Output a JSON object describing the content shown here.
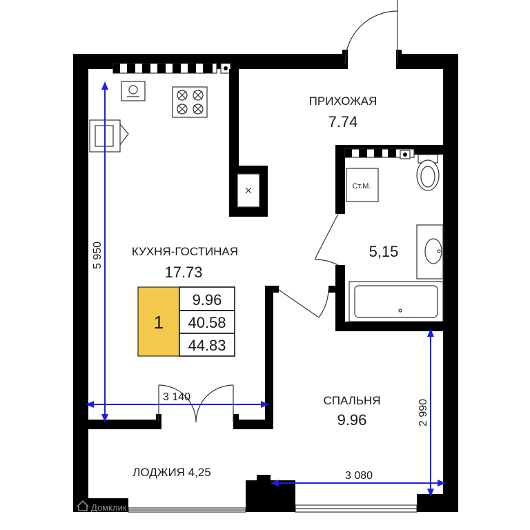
{
  "rooms": {
    "hallway": {
      "name": "ПРИХОЖАЯ",
      "area": "7.74"
    },
    "kitchen": {
      "name": "КУХНЯ-ГОСТИНАЯ",
      "area": "17.73"
    },
    "bathroom": {
      "area": "5,15",
      "washer_label": "Ст.М."
    },
    "bedroom": {
      "name": "СПАЛЬНЯ",
      "area": "9.96"
    },
    "loggia": {
      "name": "ЛОДЖИЯ 4,25"
    }
  },
  "summary": {
    "rooms_count": "1",
    "living_area": "9.96",
    "total_area": "40.58",
    "total_with_loggia": "44.83"
  },
  "dimensions": {
    "kitchen_height": "5 950",
    "kitchen_width": "3 140",
    "bedroom_height": "2 990",
    "bedroom_width": "3 080"
  },
  "watermark": "Домклик",
  "colors": {
    "summary_badge": "#f2c94c",
    "dimension_lines": "#1f1fe0",
    "walls": "#000000"
  }
}
